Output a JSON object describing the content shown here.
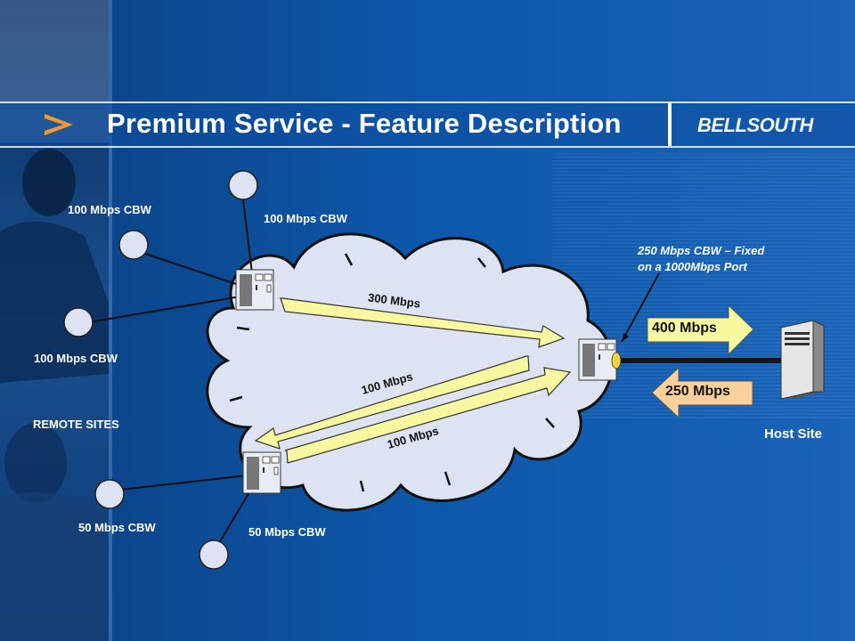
{
  "title": "Premium Service - Feature Description",
  "brand": "BELLSOUTH",
  "colors": {
    "background": "#0b4f9e",
    "cloud_fill": "#dde3f2",
    "arrow_yellow": "#f8f8a0",
    "arrow_orange": "#fcd09a",
    "node_fill": "#dde3f4"
  },
  "remote_links": {
    "top_left": "100 Mbps CBW",
    "top_right": "100 Mbps CBW",
    "mid_left": "100 Mbps CBW",
    "bottom_left": "50 Mbps CBW",
    "bottom_right": "50 Mbps CBW"
  },
  "remote_sites_label": "REMOTE SITES",
  "flows": {
    "upper": "300 Mbps",
    "middle": "100 Mbps",
    "lower": "100 Mbps"
  },
  "host_callout": {
    "line1": "250 Mbps CBW – Fixed",
    "line2": "on a 1000Mbps Port"
  },
  "host_arrows": {
    "outbound": "400 Mbps",
    "inbound": "250 Mbps"
  },
  "host_label": "Host Site"
}
